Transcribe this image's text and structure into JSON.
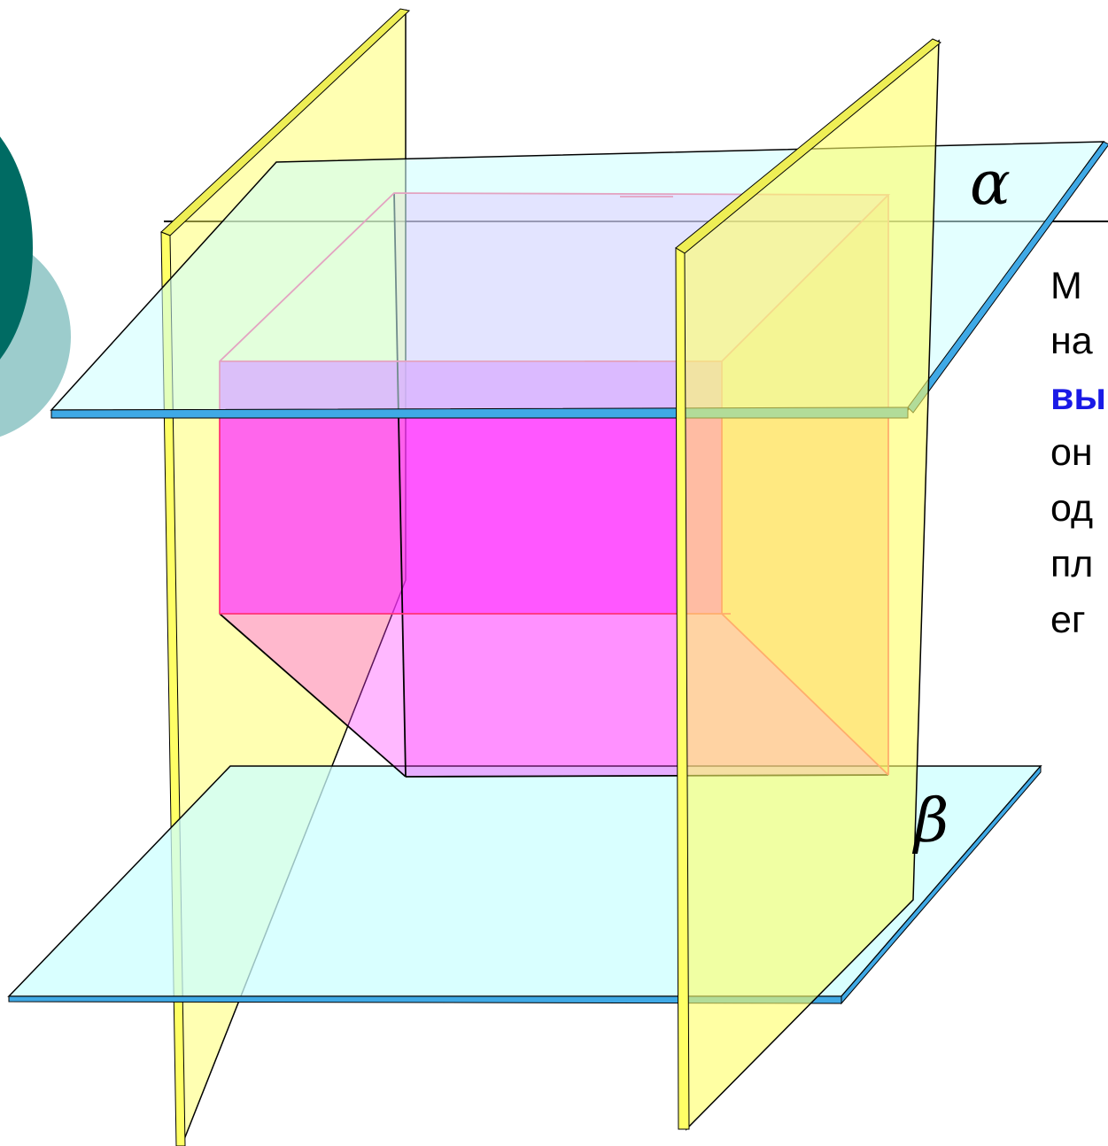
{
  "labels": {
    "alpha": "α",
    "beta": "β"
  },
  "text_lines": [
    "М",
    "на",
    "вы",
    "он",
    "од",
    "пл",
    "ег"
  ],
  "colors": {
    "plane_fill": "#ccffff",
    "plane_edge": "#3399dd",
    "side_plane_fill": "#ffff66",
    "cube_fill": "#ff33ff",
    "cube_edge": "#ff3377",
    "accent_text": "#1a1ae6",
    "deco_dark": "#006b63",
    "deco_light": "#9ccccc"
  }
}
